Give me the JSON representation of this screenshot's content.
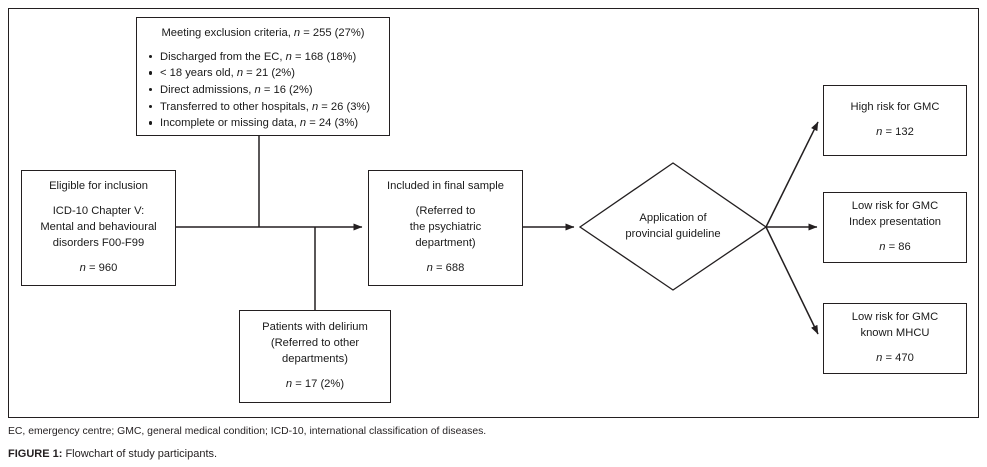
{
  "figure": {
    "abbreviations": "EC, emergency centre; GMC, general medical condition; ICD-10, international classification of diseases.",
    "caption_label": "FIGURE 1:",
    "caption_text": " Flowchart of study participants."
  },
  "colors": {
    "line": "#231f20",
    "text": "#1a1a1a",
    "background": "#ffffff"
  },
  "nodes": {
    "exclusion": {
      "title": "Meeting exclusion criteria, n = 255 (27%)",
      "title_main": "Meeting exclusion criteria, ",
      "title_n": "n",
      "title_value": " = 255 (27%)",
      "items": [
        {
          "text": "Discharged from the EC, ",
          "n": "n",
          "value": " = 168 (18%)"
        },
        {
          "text": "< 18 years old, ",
          "n": "n",
          "value": " = 21 (2%)"
        },
        {
          "text": "Direct admissions, ",
          "n": "n",
          "value": " = 16 (2%)"
        },
        {
          "text": "Transferred to other hospitals, ",
          "n": "n",
          "value": " = 26 (3%)"
        },
        {
          "text": "Incomplete or missing data, ",
          "n": "n",
          "value": " = 24 (3%)"
        }
      ]
    },
    "eligible": {
      "line1": "Eligible for inclusion",
      "line2": "ICD-10 Chapter V:",
      "line3": "Mental and behavioural",
      "line4": "disorders F00-F99",
      "n_symbol": "n",
      "n_value": " = 960"
    },
    "included": {
      "line1": "Included in final sample",
      "line2": "(Referred to",
      "line3": "the psychiatric",
      "line4": "department)",
      "n_symbol": "n",
      "n_value": " = 688"
    },
    "delirium": {
      "line1": "Patients with delirium",
      "line2": "(Referred to other",
      "line3": "departments)",
      "n_symbol": "n",
      "n_value": " = 17 (2%)"
    },
    "decision": {
      "line1": "Application of",
      "line2": "provincial guideline"
    },
    "high_risk": {
      "line1": "High risk for GMC",
      "n_symbol": "n",
      "n_value": " = 132"
    },
    "low_risk_index": {
      "line1": "Low risk for GMC",
      "line2": "Index presentation",
      "n_symbol": "n",
      "n_value": " = 86"
    },
    "low_risk_mhcu": {
      "line1": "Low risk for GMC",
      "line2": "known MHCU",
      "n_symbol": "n",
      "n_value": " = 470"
    }
  },
  "chart_data": {
    "type": "diagram",
    "title": "Flowchart of study participants",
    "flow": [
      {
        "id": "eligible",
        "label": "Eligible for inclusion / ICD-10 Chapter V: Mental and behavioural disorders F00-F99",
        "n": 960
      },
      {
        "id": "exclusion",
        "label": "Meeting exclusion criteria",
        "n": 255,
        "percent": 27,
        "children": [
          {
            "label": "Discharged from the EC",
            "n": 168,
            "percent": 18
          },
          {
            "label": "< 18 years old",
            "n": 21,
            "percent": 2
          },
          {
            "label": "Direct admissions",
            "n": 16,
            "percent": 2
          },
          {
            "label": "Transferred to other hospitals",
            "n": 26,
            "percent": 3
          },
          {
            "label": "Incomplete or missing data",
            "n": 24,
            "percent": 3
          }
        ]
      },
      {
        "id": "delirium",
        "label": "Patients with delirium (Referred to other departments)",
        "n": 17,
        "percent": 2
      },
      {
        "id": "included",
        "label": "Included in final sample (Referred to the psychiatric department)",
        "n": 688
      },
      {
        "id": "decision",
        "label": "Application of provincial guideline"
      },
      {
        "id": "high_risk",
        "label": "High risk for GMC",
        "n": 132
      },
      {
        "id": "low_risk_index",
        "label": "Low risk for GMC Index presentation",
        "n": 86
      },
      {
        "id": "low_risk_mhcu",
        "label": "Low risk for GMC known MHCU",
        "n": 470
      }
    ],
    "edges": [
      {
        "from": "eligible",
        "to": "included"
      },
      {
        "from": "eligible",
        "to": "exclusion"
      },
      {
        "from": "eligible",
        "to": "delirium"
      },
      {
        "from": "included",
        "to": "decision"
      },
      {
        "from": "decision",
        "to": "high_risk"
      },
      {
        "from": "decision",
        "to": "low_risk_index"
      },
      {
        "from": "decision",
        "to": "low_risk_mhcu"
      }
    ]
  }
}
